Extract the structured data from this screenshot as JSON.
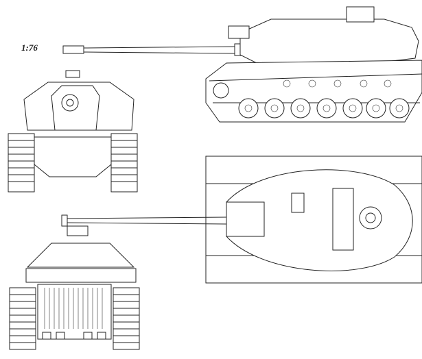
{
  "drawing": {
    "scale_label": "1:76",
    "views": [
      "side-view",
      "front-view",
      "top-view",
      "rear-view"
    ],
    "colors": {
      "ink": "#222222",
      "background": "#ffffff"
    }
  }
}
